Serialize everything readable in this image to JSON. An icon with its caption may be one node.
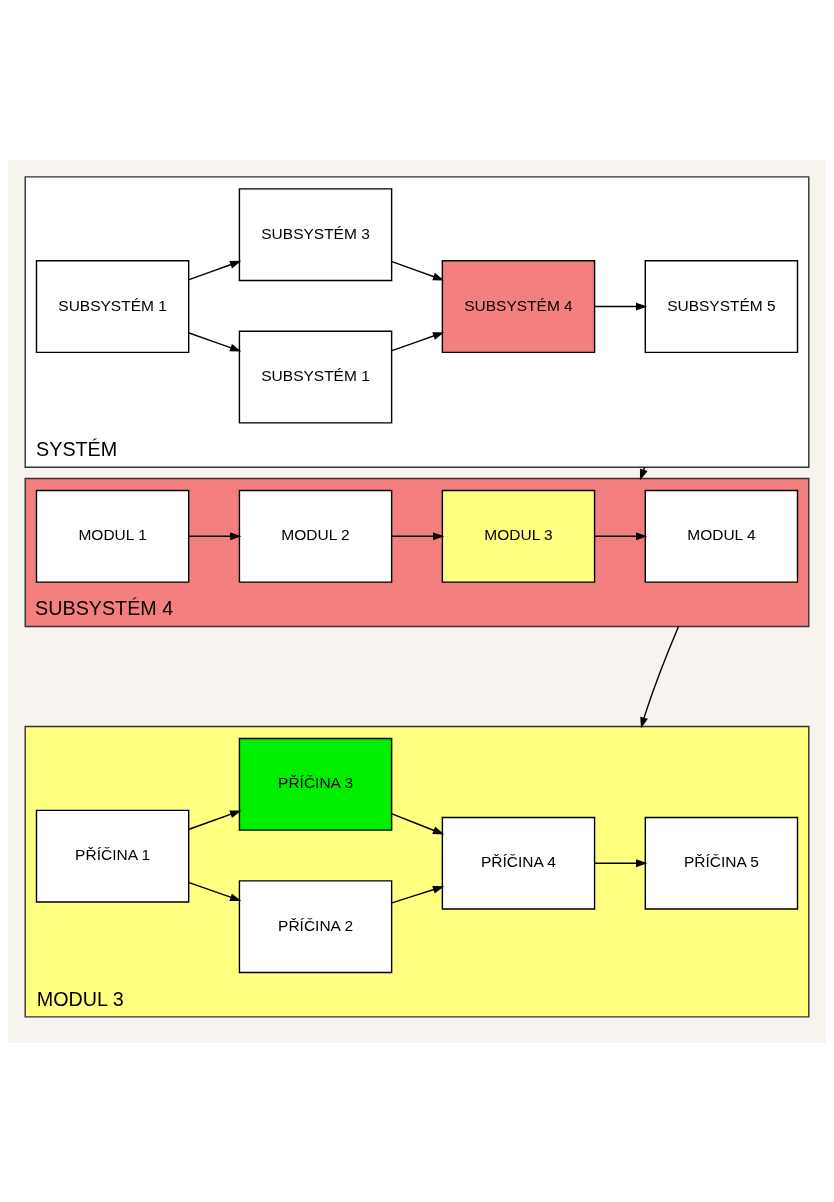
{
  "diagram": {
    "nodes": [
      {
        "text": [
          "SYSTÉM"
        ]
      },
      {
        "text": [
          "SUBSYSTÉM 1"
        ],
        "in": 0
      },
      {
        "text": [
          "SUBSYSTÉM 1"
        ],
        "in": 0
      },
      {
        "text": [
          "SUBSYSTÉM 3"
        ],
        "in": 0
      },
      {
        "text": [
          "SUBSYSTÉM 4"
        ],
        "in": 0
      },
      {
        "text": [
          "SUBSYSTÉM 5"
        ],
        "in": 0
      },
      {
        "text": [
          "SUBSYSTÉM 4"
        ]
      },
      {
        "text": [
          "MODUL 1"
        ],
        "in": 6
      },
      {
        "text": [
          "MODUL 2"
        ],
        "in": 6
      },
      {
        "text": [
          "MODUL 3"
        ],
        "in": 6
      },
      {
        "text": [
          "MODUL 4"
        ],
        "in": 6
      },
      {
        "text": [
          "MODUL 3"
        ]
      },
      {
        "text": [
          "PŘÍČINA 1"
        ],
        "in": 11
      },
      {
        "text": [
          "PŘÍČINA 2"
        ],
        "in": 11
      },
      {
        "text": [
          "PŘÍČINA 3"
        ],
        "in": 11
      },
      {
        "text": [
          "PŘÍČINA 4"
        ],
        "in": 11
      },
      {
        "text": [
          "PŘÍČINA 5"
        ],
        "in": 11
      }
    ],
    "edges": [
      {
        "from": 1,
        "to": 2,
        "arrow": "to"
      },
      {
        "from": 1,
        "to": 3,
        "arrow": "to"
      },
      {
        "from": 2,
        "to": 4,
        "arrow": "to"
      },
      {
        "from": 3,
        "to": 4,
        "arrow": "to"
      },
      {
        "from": 4,
        "to": 5,
        "arrow": "to"
      },
      {
        "from": 0,
        "to": 6,
        "arrow": "to"
      },
      {
        "from": 7,
        "to": 8,
        "arrow": "to"
      },
      {
        "from": 8,
        "to": 9,
        "arrow": "to"
      },
      {
        "from": 9,
        "to": 10,
        "arrow": "to"
      },
      {
        "from": 6,
        "to": 11,
        "arrow": "to"
      },
      {
        "from": 12,
        "to": 13,
        "arrow": "to"
      },
      {
        "from": 12,
        "to": 14,
        "arrow": "to"
      },
      {
        "from": 13,
        "to": 15,
        "arrow": "to"
      },
      {
        "from": 14,
        "to": 15,
        "arrow": "to"
      },
      {
        "from": 15,
        "to": 16,
        "arrow": "to"
      }
    ]
  }
}
